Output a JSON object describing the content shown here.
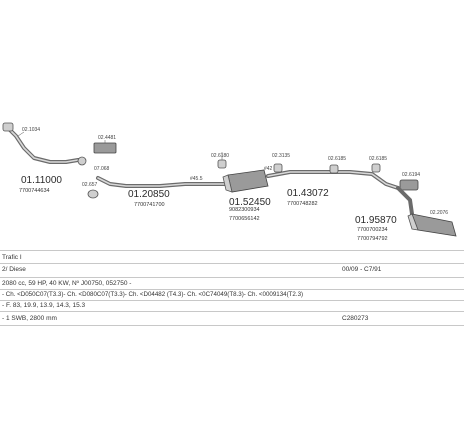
{
  "parts": {
    "clamp_left": "02.1034",
    "front_pipe_num": "01.11000",
    "front_pipe_oe": "7700744634",
    "clamp_box": "02.4481",
    "gasket_box": "07.068",
    "gasket_small": "02.657",
    "mid_pipe_num": "01.20850",
    "mid_pipe_oe": "7700741700",
    "dim_45": "#45.5",
    "hanger_a": "02.6180",
    "cat_num": "01.52450",
    "cat_oe1": "9082300934",
    "cat_oe2": "7700656142",
    "dim_42": "#42",
    "hanger_b": "02.3135",
    "hanger_c": "02.6185",
    "rear_pipe_num": "01.43072",
    "rear_pipe_oe": "7700748282",
    "hanger_d": "02.6185",
    "clamp_right": "02.6194",
    "silencer_num": "01.95870",
    "silencer_oe1": "7700700234",
    "silencer_oe2": "7700794792",
    "tail_clamp": "02.2076"
  },
  "table": {
    "model": "Trafic I",
    "engine": "2/ Diese",
    "years": "00/09 - C7/91",
    "spec1": "2080 cc, 59 HP, 40 KW, Nº J00750, 052750 -",
    "spec2": "- Ch. <D050C07(T3.3)- Ch. <D080C07(T3.3)- Ch. <D04482 (T4.3)- Ch. <0C74049(T8.3)- Ch. <0009134(T2.3)",
    "spec3": "- F. 83, 19.9, 13.9, 14.3, 15.3",
    "body": "- 1 SWB, 2800 mm",
    "code": "C280273"
  }
}
